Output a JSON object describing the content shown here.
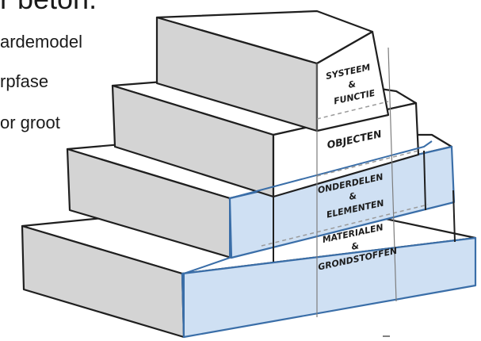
{
  "heading": {
    "title": "r beton."
  },
  "bullets": [
    "ardemodel",
    "rpfase",
    "or groot"
  ],
  "pyramid_layers": [
    {
      "label_lines": [
        "SYSTEEM",
        "&",
        "FUNCTIE"
      ]
    },
    {
      "label_lines": [
        "OBJECTEN"
      ]
    },
    {
      "label_lines": [
        "ONDERDELEN",
        "&",
        "ELEMENTEN"
      ]
    },
    {
      "label_lines": [
        "MATERIALEN",
        "&",
        "GRONDSTOFFEN"
      ]
    }
  ],
  "colors": {
    "highlight_fill": "#cfe0f3",
    "highlight_stroke": "#3a6ea8",
    "block_front": "#d4d4d4",
    "block_top": "#ffffff",
    "outline": "#1f1f1f"
  }
}
